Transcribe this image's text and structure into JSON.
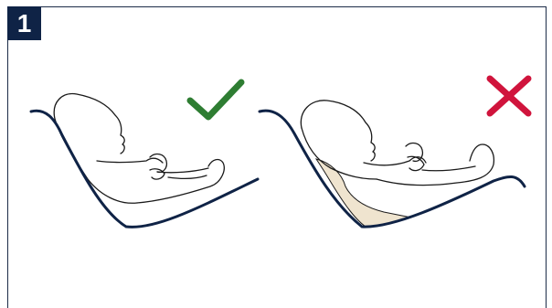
{
  "step": {
    "number": "1"
  },
  "panels": [
    {
      "id": "correct",
      "indicator": "check-icon",
      "indicator_color": "#2e7d32",
      "meaning": "correct"
    },
    {
      "id": "incorrect",
      "indicator": "cross-icon",
      "indicator_color": "#d0143c",
      "meaning": "incorrect"
    }
  ],
  "colors": {
    "frame": "#1c2c48",
    "badge": "#0f2346",
    "seat_line": "#0f2346",
    "padding_fill": "#efe4cf",
    "outline": "#1a1a1a"
  }
}
